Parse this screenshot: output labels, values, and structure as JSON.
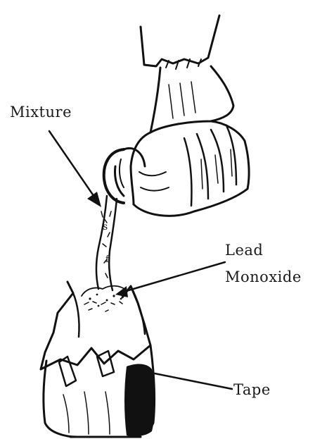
{
  "labels": {
    "mixture": "Mixture",
    "lead_line1": "Lead",
    "lead_line2": "Monoxide",
    "tape": "Tape"
  },
  "colors": {
    "ink": "#111111",
    "paper": "#ffffff"
  }
}
